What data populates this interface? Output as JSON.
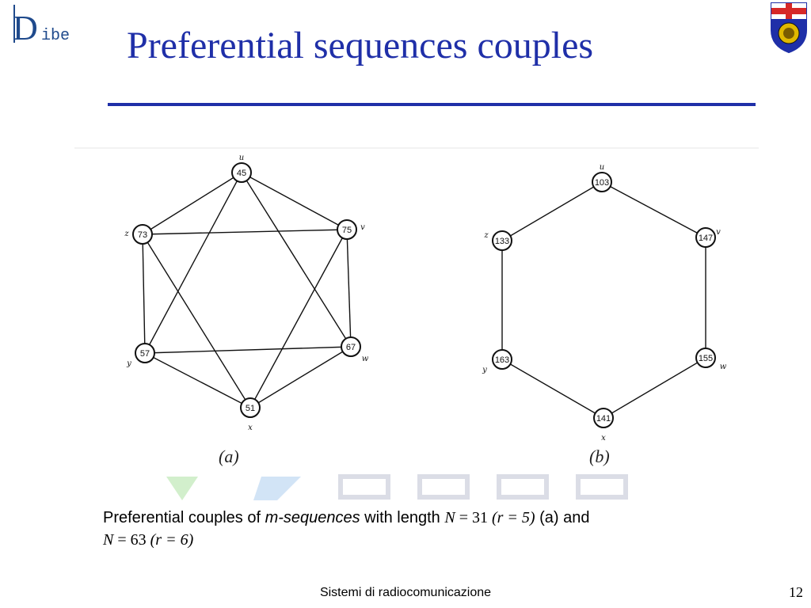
{
  "header": {
    "logo_text": "ibe",
    "logo_letter": "D",
    "title": "Preferential sequences couples",
    "accent_color": "#1f2fa8"
  },
  "figure": {
    "graph_a": {
      "sub_label": "(a)",
      "nodes": [
        {
          "label": "u",
          "value": "45"
        },
        {
          "label": "v",
          "value": "75"
        },
        {
          "label": "w",
          "value": "67"
        },
        {
          "label": "x",
          "value": "51"
        },
        {
          "label": "y",
          "value": "57"
        },
        {
          "label": "z",
          "value": "73"
        }
      ],
      "edges": [
        [
          0,
          1
        ],
        [
          1,
          2
        ],
        [
          2,
          3
        ],
        [
          3,
          4
        ],
        [
          4,
          5
        ],
        [
          5,
          0
        ],
        [
          0,
          2
        ],
        [
          2,
          4
        ],
        [
          4,
          0
        ],
        [
          1,
          3
        ],
        [
          3,
          5
        ],
        [
          5,
          1
        ]
      ]
    },
    "graph_b": {
      "sub_label": "(b)",
      "nodes": [
        {
          "label": "u",
          "value": "103"
        },
        {
          "label": "v",
          "value": "147"
        },
        {
          "label": "w",
          "value": "155"
        },
        {
          "label": "x",
          "value": "141"
        },
        {
          "label": "y",
          "value": "163"
        },
        {
          "label": "z",
          "value": "133"
        }
      ],
      "edges": [
        [
          0,
          1
        ],
        [
          1,
          2
        ],
        [
          2,
          3
        ],
        [
          3,
          4
        ],
        [
          4,
          5
        ],
        [
          5,
          0
        ]
      ]
    }
  },
  "caption": {
    "part1": "Preferential couples of ",
    "part2": "m-sequences",
    "part3": " with length ",
    "n1": "N",
    "eq1": " = 31 ",
    "r1": "(r = 5)",
    "part4": "  (a) and",
    "n2": "N",
    "eq2": " = 63 ",
    "r2": "(r = 6)"
  },
  "footer": {
    "course": "Sistemi di radiocomunicazione",
    "page": "12"
  }
}
